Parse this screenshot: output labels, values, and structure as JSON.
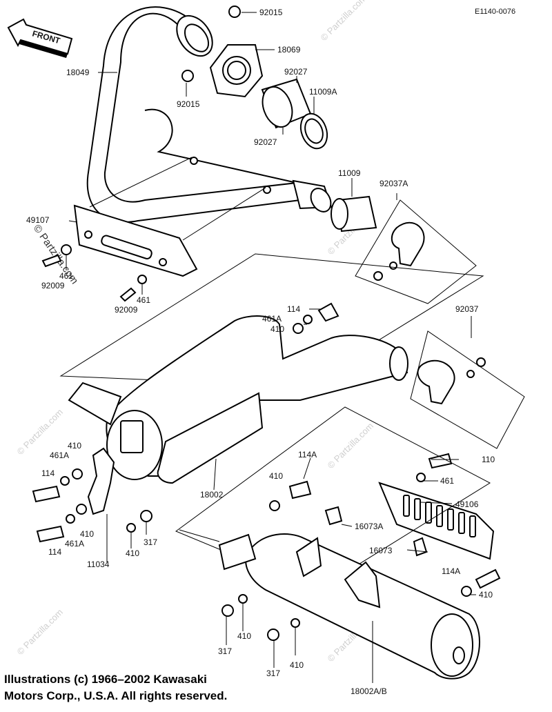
{
  "diagram_code": "E1140-0076",
  "front_label": "FRONT",
  "watermark": "© Partzilla.com",
  "copyright": {
    "line1": "Illustrations (c) 1966–2002 Kawasaki",
    "line2": "Motors Corp., U.S.A.  All rights reserved."
  },
  "labels": {
    "p92015_top": "92015",
    "p18069": "18069",
    "p18049": "18049",
    "p92027_a": "92027",
    "p11009A": "11009A",
    "p92015_mid": "92015",
    "p92027_b": "92027",
    "p11009": "11009",
    "p92037A": "92037A",
    "p49107": "49107",
    "p461_a": "461",
    "p92009_a": "92009",
    "p461_b": "461",
    "p92009_b": "92009",
    "p114_a": "114",
    "p461A_a": "461A",
    "p410_a": "410",
    "p92037": "92037",
    "p410_b": "410",
    "p461A_b": "461A",
    "p114_b": "114",
    "p114A_a": "114A",
    "p110": "110",
    "p461_c": "461",
    "p410_c": "410",
    "p18002": "18002",
    "p49106": "49106",
    "p16073A": "16073A",
    "p410_d": "410",
    "p461A_c": "461A",
    "p114_c": "114",
    "p410_e": "410",
    "p11034": "11034",
    "p410_f": "410",
    "p317_a": "317",
    "p16073": "16073",
    "p114A_b": "114A",
    "p410_g": "410",
    "p410_h": "410",
    "p317_b": "317",
    "p410_i": "410",
    "p317_c": "317",
    "p18002AB": "18002A/B"
  }
}
